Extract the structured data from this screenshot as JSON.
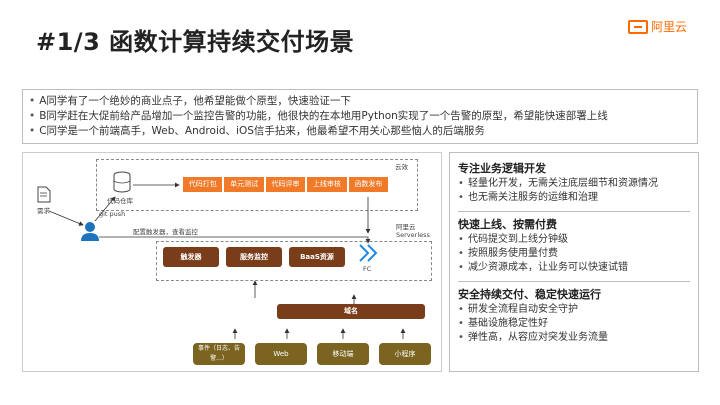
{
  "header": {
    "title": "#1/3 函数计算持续交付场景",
    "logo_text": "阿里云"
  },
  "intro": [
    "A同学有了一个绝妙的商业点子，他希望能做个原型，快速验证一下",
    "B同学赶在大促前给产品增加一个监控告警的功能，他很快的在本地用Python实现了一个告警的原型，希望能快速部署上线",
    "C同学是一个前端高手，Web、Android、iOS信手拈来，他最希望不用关心那些恼人的后端服务"
  ],
  "diagram": {
    "yunxiao": "云效",
    "repo": "代码仓库",
    "demand": "需求",
    "git_push": "git push",
    "pipeline": [
      "代码打包",
      "单元测试",
      "代码评审",
      "上线审核",
      "函数发布"
    ],
    "config_label": "配置触发器，查看监控",
    "serverless_title": "阿里云 Serverless",
    "services": [
      "触发器",
      "服务监控",
      "BaaS资源"
    ],
    "fc": "FC",
    "domain": "域名",
    "clients": [
      "事件（日志、告警...）",
      "Web",
      "移动端",
      "小程序"
    ]
  },
  "panel": {
    "sections": [
      {
        "title": "专注业务逻辑开发",
        "items": [
          "轻量化开发，无需关注底层细节和资源情况",
          "也无需关注服务的运维和治理"
        ]
      },
      {
        "title": "快速上线、按需付费",
        "items": [
          "代码提交到上线分钟级",
          "按照服务使用量付费",
          "减少资源成本，让业务可以快速试错"
        ]
      },
      {
        "title": "安全持续交付、稳定快速运行",
        "items": [
          "研发全流程自动安全守护",
          "基础设施稳定性好",
          "弹性高，从容应对突发业务流量"
        ]
      }
    ]
  },
  "colors": {
    "accent": "#ff6a00",
    "pipeline": "#f07a28",
    "brown": "#7a3d1a",
    "olive": "#7a6420",
    "fc_blue": "#1e88e5",
    "user_blue": "#1e73be"
  }
}
